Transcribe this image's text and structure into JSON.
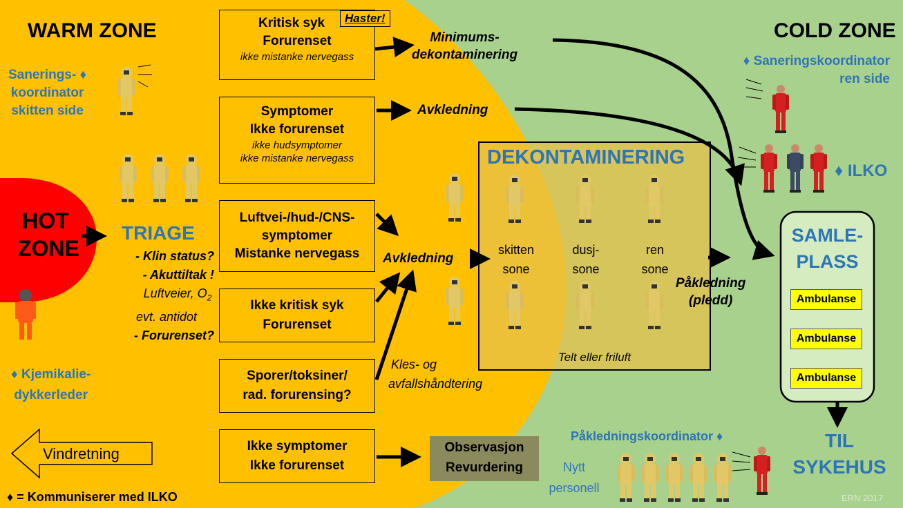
{
  "zones": {
    "warm": "WARM ZONE",
    "cold": "COLD ZONE",
    "hot_line1": "HOT",
    "hot_line2": "ZONE"
  },
  "roles": {
    "dirty_coordinator": [
      "Sanerings- ♦",
      "koordinator",
      "skitten side"
    ],
    "clean_coordinator": [
      "♦ Saneringskoordinator",
      "ren side"
    ],
    "ilko": "♦ ILKO",
    "chem_diver_leader": [
      "♦ Kjemikalie-",
      "dykkerleder"
    ],
    "dressing_coordinator": "Påkledningskoordinator ♦",
    "new_personnel": [
      "Nytt",
      "personell"
    ]
  },
  "triage": {
    "title": "TRIAGE",
    "lines": [
      "- Klin status?",
      "- Akuttiltak !",
      "Luftveier, O",
      "2",
      "evt. antidot",
      "- Forurenset?"
    ]
  },
  "categories": {
    "critical": {
      "line1": "Kritisk syk",
      "badge": "Haster!",
      "line2": "Forurenset",
      "note": "ikke mistanke nervegass"
    },
    "symptoms": {
      "line1": "Symptomer",
      "line2": "Ikke forurenset",
      "note1": "ikke hudsymptomer",
      "note2": "ikke mistanke nervegass"
    },
    "airway": {
      "line1": "Luftvei-/hud-/CNS-",
      "line2": "symptomer",
      "line3": "Mistanke nervegass"
    },
    "noncritical": {
      "line1": "Ikke kritisk syk",
      "line2": "Forurenset"
    },
    "spores": {
      "line1": "Sporer/toksiner/",
      "line2": "rad. forurensing?"
    },
    "nosymptoms": {
      "line1": "Ikke symptomer",
      "line2": "Ikke forurenset"
    }
  },
  "actions": {
    "min_decon": [
      "Minimums-",
      "dekontaminering"
    ],
    "undress_top": "Avkledning",
    "undress_mid": "Avkledning",
    "waste": [
      "Kles- og",
      "avfallshåndtering"
    ],
    "dressing": [
      "Påkledning",
      "(pledd)"
    ]
  },
  "decon": {
    "title": "DEKONTAMINERING",
    "zones": [
      [
        "skitten",
        "sone"
      ],
      [
        "dusj-",
        "sone"
      ],
      [
        "ren",
        "sone"
      ]
    ],
    "footer": "Telt eller friluft"
  },
  "observation": [
    "Observasjon",
    "Revurdering"
  ],
  "assembly": {
    "title": [
      "SAMLE-",
      "PLASS"
    ],
    "ambulances": [
      "Ambulanse",
      "Ambulanse",
      "Ambulanse"
    ]
  },
  "hospital": [
    "TIL",
    "SYKEHUS"
  ],
  "wind": "Vindretning",
  "legend": "♦ = Kommuniserer med ILKO",
  "credit": "ERN 2017",
  "colors": {
    "warm": "#ffc000",
    "cold": "#a9d18e",
    "hot": "#ff0000",
    "accent": "#2e75b6",
    "ambulance": "#ffff00",
    "observation": "#8a8a5c"
  }
}
